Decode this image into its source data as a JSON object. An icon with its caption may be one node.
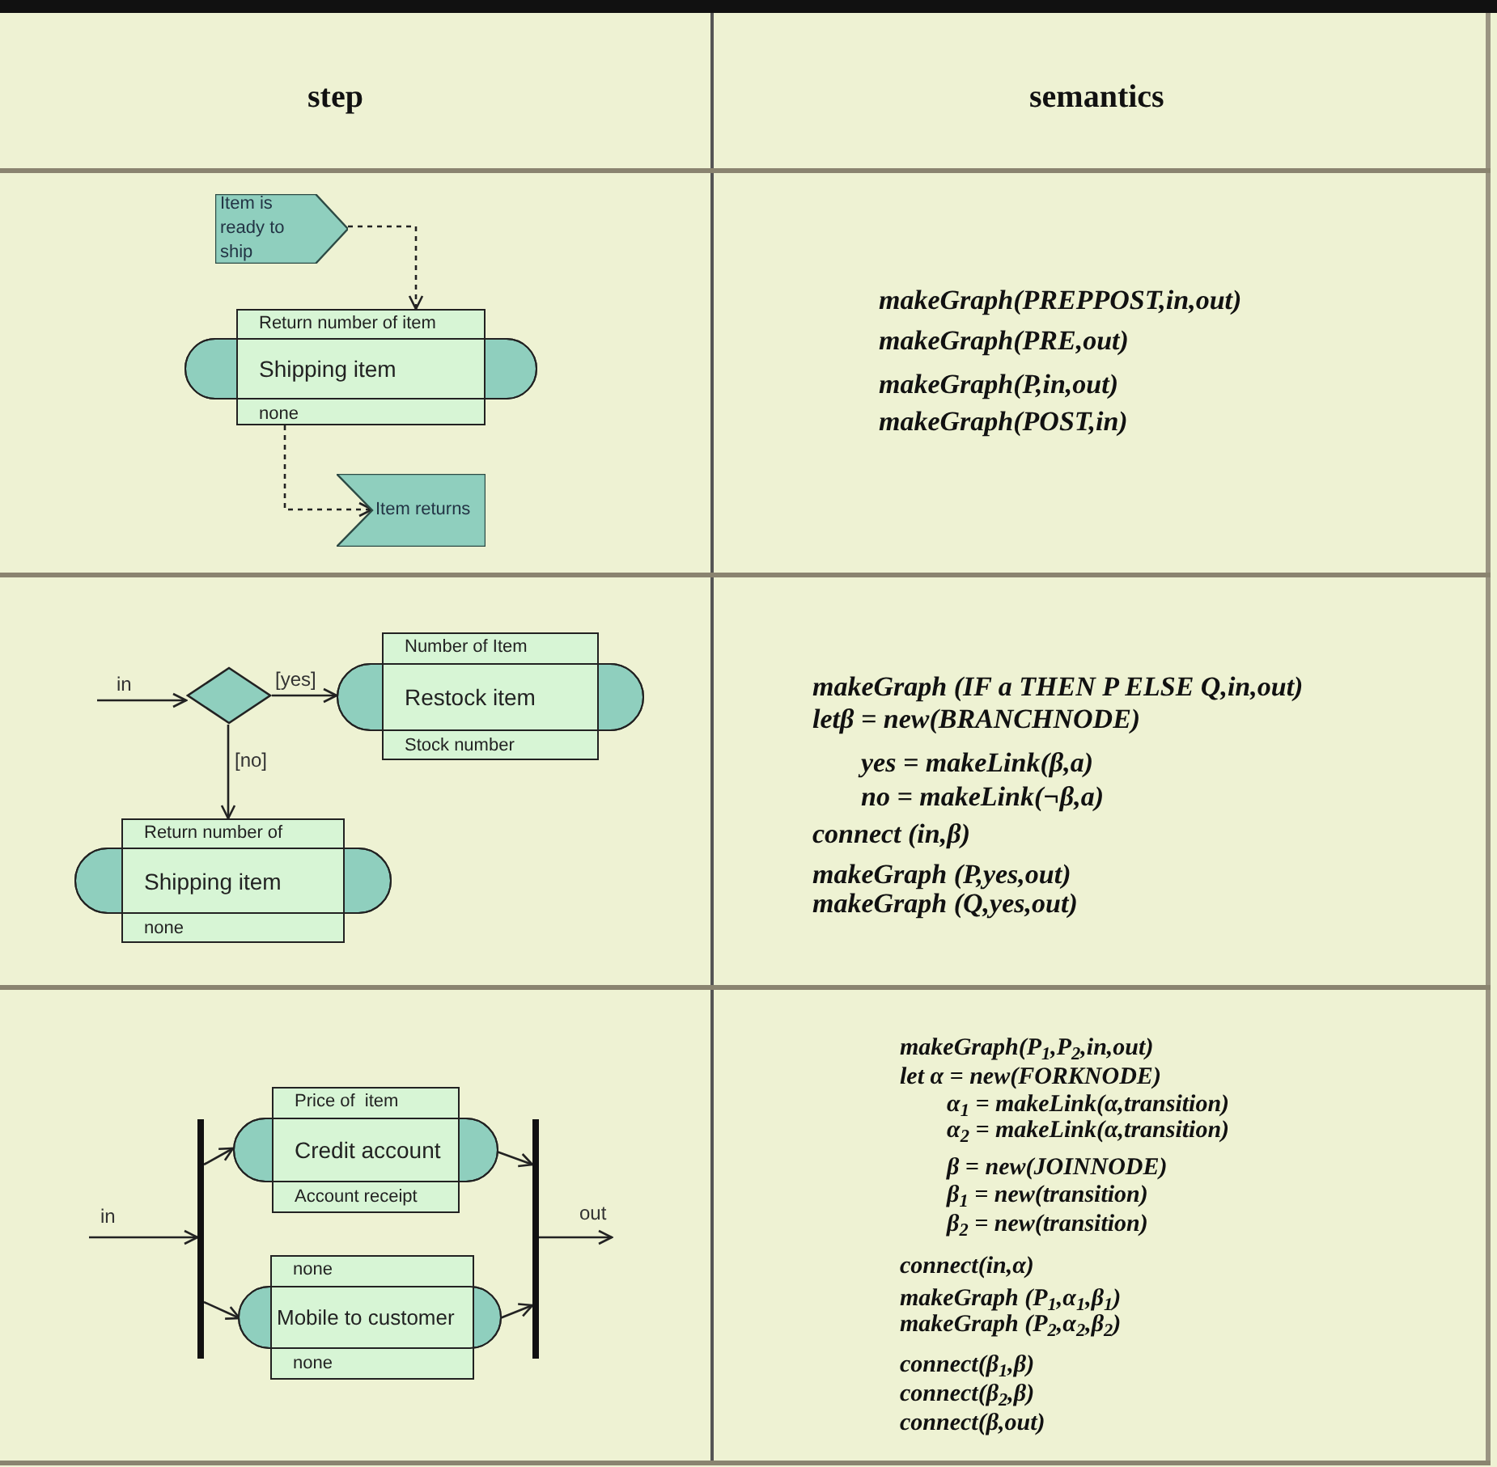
{
  "diagram": {
    "nodes": [
      {
        "text": [
          "Item is ready to ship"
        ]
      },
      {
        "text": [
          "Return number of item",
          "Shipping item",
          "none"
        ]
      },
      {
        "text": [
          "Item returns"
        ]
      },
      {
        "text": [],
        "shape": "diamond"
      },
      {
        "text": [
          "Number of Item",
          "Restock item",
          "Stock number"
        ]
      },
      {
        "text": [
          "Return number of",
          "Shipping item",
          "none"
        ]
      },
      {
        "text": [],
        "shape": "bar"
      },
      {
        "text": [
          "Price of  item",
          "Credit account",
          "Account receipt"
        ]
      },
      {
        "text": [
          "none",
          "Mobile to customer",
          "none"
        ]
      },
      {
        "text": [],
        "shape": "bar"
      }
    ],
    "edges": [
      {
        "from": 0,
        "to": 1,
        "arrow": "to",
        "style": "dashed"
      },
      {
        "from": 1,
        "to": 2,
        "arrow": "to",
        "style": "dashed"
      },
      {
        "from": null,
        "to": 3,
        "arrow": "to",
        "label": "in"
      },
      {
        "from": 3,
        "to": 4,
        "arrow": "to",
        "label": "[yes]"
      },
      {
        "from": 3,
        "to": 5,
        "arrow": "to",
        "label": "[no]"
      },
      {
        "from": null,
        "to": 6,
        "arrow": "to",
        "label": "in"
      },
      {
        "from": 6,
        "to": 7,
        "arrow": "to"
      },
      {
        "from": 6,
        "to": 8,
        "arrow": "to"
      },
      {
        "from": 7,
        "to": 9,
        "arrow": "to"
      },
      {
        "from": 8,
        "to": 9,
        "arrow": "to"
      },
      {
        "from": 9,
        "to": null,
        "arrow": "to",
        "label": "out"
      }
    ],
    "labels": [
      "step",
      "semantics",
      "makeGraph(PREPPOST,in,out)",
      "makeGraph(PRE,out)",
      "makeGraph(P,in,out)",
      "makeGraph(POST,in)",
      "makeGraph (IF a THEN P ELSE Q,in,out)",
      "letβ = new(BRANCHNODE)",
      "yes = makeLink(β,a)",
      "no = makeLink(¬β,a)",
      "connect (in,β)",
      "makeGraph (P,yes,out)",
      "makeGraph (Q,yes,out)",
      "makeGraph(P$_{1}$,P$_{2}$,in,out)",
      "let α = new(FORKNODE)",
      "α$_{1}$ = makeLink(α,transition)",
      "α$_{2}$ = makeLink(α,transition)",
      "β = new(JOINNODE)",
      "β$_{1}$ = new(transition)",
      "β$_{2}$ = new(transition)",
      "connect(in,α)",
      "makeGraph (P$_{1}$,α$_{1}$,β$_{1}$)",
      "makeGraph (P$_{2}$,α$_{2}$,β$_{2}$)",
      "connect(β$_{1}$,β)",
      "connect(β$_{2}$,β)",
      "connect(β,out)"
    ]
  }
}
